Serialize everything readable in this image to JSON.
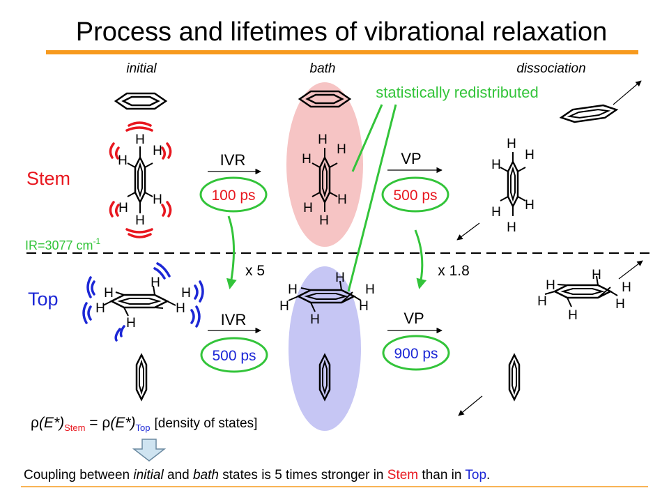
{
  "title": "Process and lifetimes of vibrational relaxation",
  "column_labels": {
    "initial": "initial",
    "bath": "bath",
    "dissociation": "dissociation"
  },
  "annotation": "statistically redistributed",
  "rows": {
    "stem": {
      "label": "Stem",
      "ir": "IR=3077 cm",
      "ir_sup": "-1",
      "ivr_label": "IVR",
      "ivr_time": "100 ps",
      "vp_label": "VP",
      "vp_time": "500 ps"
    },
    "top": {
      "label": "Top",
      "ivr_label": "IVR",
      "ivr_time": "500 ps",
      "vp_label": "VP",
      "vp_time": "900 ps"
    }
  },
  "factors": {
    "ivr": "x 5",
    "vp": "x 1.8"
  },
  "atom": "H",
  "formula": {
    "rho": "ρ",
    "expr": "(E*)",
    "sub_stem": "Stem",
    "eq": " = ",
    "sub_top": "Top",
    "note": "[density of states]"
  },
  "conclusion": {
    "p1": "Coupling between ",
    "initial": "initial",
    "p2": " and ",
    "bath": "bath",
    "p3": " states is 5 times stronger in ",
    "stem": "Stem",
    "p4": " than in ",
    "top": "Top",
    "p5": "."
  },
  "colors": {
    "accent_line": "#f79a1e",
    "stem_red": "#e8171f",
    "top_blue": "#1c27d6",
    "green": "#33c43a",
    "bath_pink": "#f6c4c4",
    "bath_blue": "#c6c6f4",
    "arrow_fill": "#cfe4f1"
  }
}
